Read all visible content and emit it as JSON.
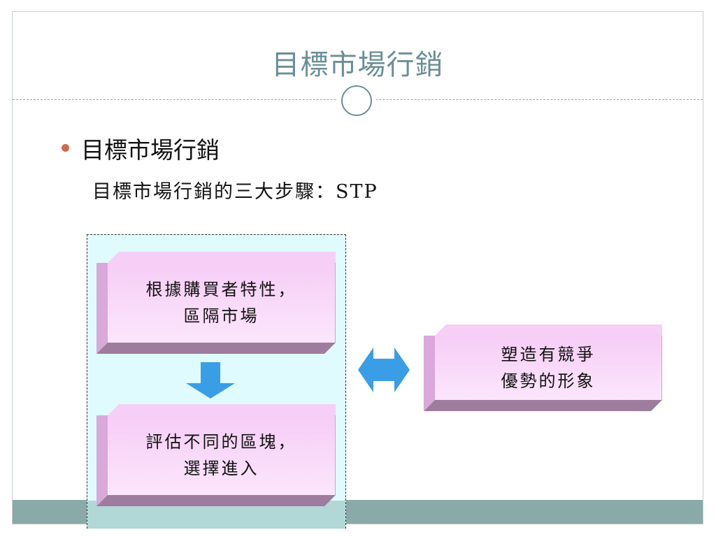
{
  "slide": {
    "title": "目標市場行銷",
    "bullet": "目標市場行銷",
    "subline": "目標市場行銷的三大步驟：STP"
  },
  "diagram": {
    "box_segment": {
      "line1": "根據購買者特性，",
      "line2": "區隔市場"
    },
    "box_target": {
      "line1": "評估不同的區塊，",
      "line2": "選擇進入"
    },
    "box_position": {
      "line1": "塑造有競爭",
      "line2": "優勢的形象"
    }
  },
  "colors": {
    "title": "#6a8f96",
    "bullet": "#d2694a",
    "box_face": "#f8d6f9",
    "box_shadow": "#9d7c9e",
    "arrow": "#3a9ee6",
    "group_fill": "#e0fbfd",
    "footer": "#8aa9a9"
  },
  "icons": [
    "down-arrow-icon",
    "left-right-arrow-icon",
    "title-ring-icon",
    "bullet-dot-icon"
  ]
}
